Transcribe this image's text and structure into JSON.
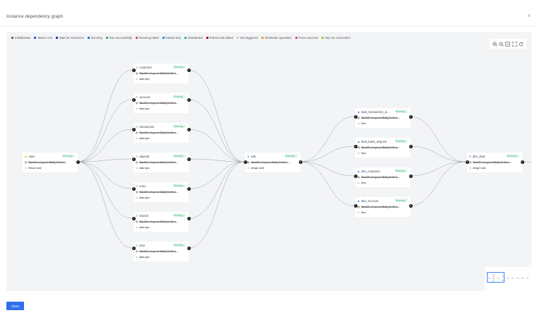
{
  "dialog": {
    "title": "Instance dependency graph",
    "close_glyph": "×",
    "close_button": "Close"
  },
  "legend": [
    {
      "label": "Initialization",
      "color": "#6b6b6b"
    },
    {
      "label": "Wait to run",
      "color": "#2f54eb"
    },
    {
      "label": "Wait for resources",
      "color": "#1d39c4"
    },
    {
      "label": "Running",
      "color": "#1677ff"
    },
    {
      "label": "Run successfully",
      "color": "#36b37e"
    },
    {
      "label": "Running failed",
      "color": "#e5484d"
    },
    {
      "label": "Failed retry",
      "color": "#1890ff"
    },
    {
      "label": "Distributed",
      "color": "#2bb3a0"
    },
    {
      "label": "Parent task failed",
      "color": "#b00020"
    },
    {
      "label": "Not triggered",
      "color": "#d0d0d0"
    },
    {
      "label": "Terminate operation",
      "color": "#f0a020"
    },
    {
      "label": "Force success",
      "color": "#e83e8c"
    },
    {
      "label": "Dry run successful",
      "color": "#9acd32"
    }
  ],
  "toolbar": [
    "zoom-in",
    "zoom-out",
    "fit",
    "fullscreen",
    "refresh"
  ],
  "nodes": {
    "start": {
      "name": "start",
      "status": "Running...",
      "workflow": "BankDevelopmentDailySettlem...",
      "type": "Virtual node",
      "in": "",
      "out": "7"
    },
    "customer": {
      "name": "customer",
      "status": "Running...",
      "workflow": "BankDevelopmentDailySettlem...",
      "type": "data sync",
      "in": "1",
      "out": "1"
    },
    "account": {
      "name": "account",
      "status": "Running...",
      "workflow": "BankDevelopmentDailySettlem...",
      "type": "data sync",
      "in": "1",
      "out": "1"
    },
    "transaction": {
      "name": "transaction",
      "status": "Running...",
      "workflow": "BankDevelopmentDailySettlem...",
      "type": "data sync",
      "in": "1",
      "out": "1"
    },
    "deposit": {
      "name": "deposit",
      "status": "Running...",
      "workflow": "BankDevelopmentDailySettlem...",
      "type": "data sync",
      "in": "1",
      "out": "1"
    },
    "zone": {
      "name": "zone",
      "status": "Running...",
      "workflow": "BankDevelopmentDailySettlem...",
      "type": "data sync",
      "in": "1",
      "out": "1"
    },
    "branch": {
      "name": "branch",
      "status": "Running...",
      "workflow": "BankDevelopmentDailySettlem...",
      "type": "data sync",
      "in": "1",
      "out": "1"
    },
    "time": {
      "name": "time",
      "status": "Running...",
      "workflow": "BankDevelopmentDailySettlem...",
      "type": "data sync",
      "in": "1",
      "out": "1"
    },
    "ods": {
      "name": "ods",
      "status": "Running...",
      "workflow": "BankDevelopmentDailySettlem...",
      "type": "merge node",
      "in": "7",
      "out": "4"
    },
    "dwd_transaction": {
      "name": "dwd_transaction_d...",
      "status": "Running...",
      "workflow": "BankDevelopmentDailySettlem...",
      "type": "Hive",
      "in": "1",
      "out": "1"
    },
    "dwd_bank_deposit": {
      "name": "dwd_bank_deposit",
      "status": "Running...",
      "workflow": "BankDevelopmentDailySettlem...",
      "type": "Hive",
      "in": "1",
      "out": "1"
    },
    "dim_customer": {
      "name": "dim_customer",
      "status": "Running...",
      "workflow": "BankDevelopmentDailySettlem...",
      "type": "Hive",
      "in": "1",
      "out": "1"
    },
    "dim_account": {
      "name": "dim_account",
      "status": "Running...",
      "workflow": "BankDevelopmentDailySettlem...",
      "type": "Hive",
      "in": "1",
      "out": "1"
    },
    "dim_dwd": {
      "name": "dim_dwd",
      "status": "Running...",
      "workflow": "BankDevelopmentDailySettlem...",
      "type": "merge node",
      "in": "4",
      "out": "1"
    }
  }
}
